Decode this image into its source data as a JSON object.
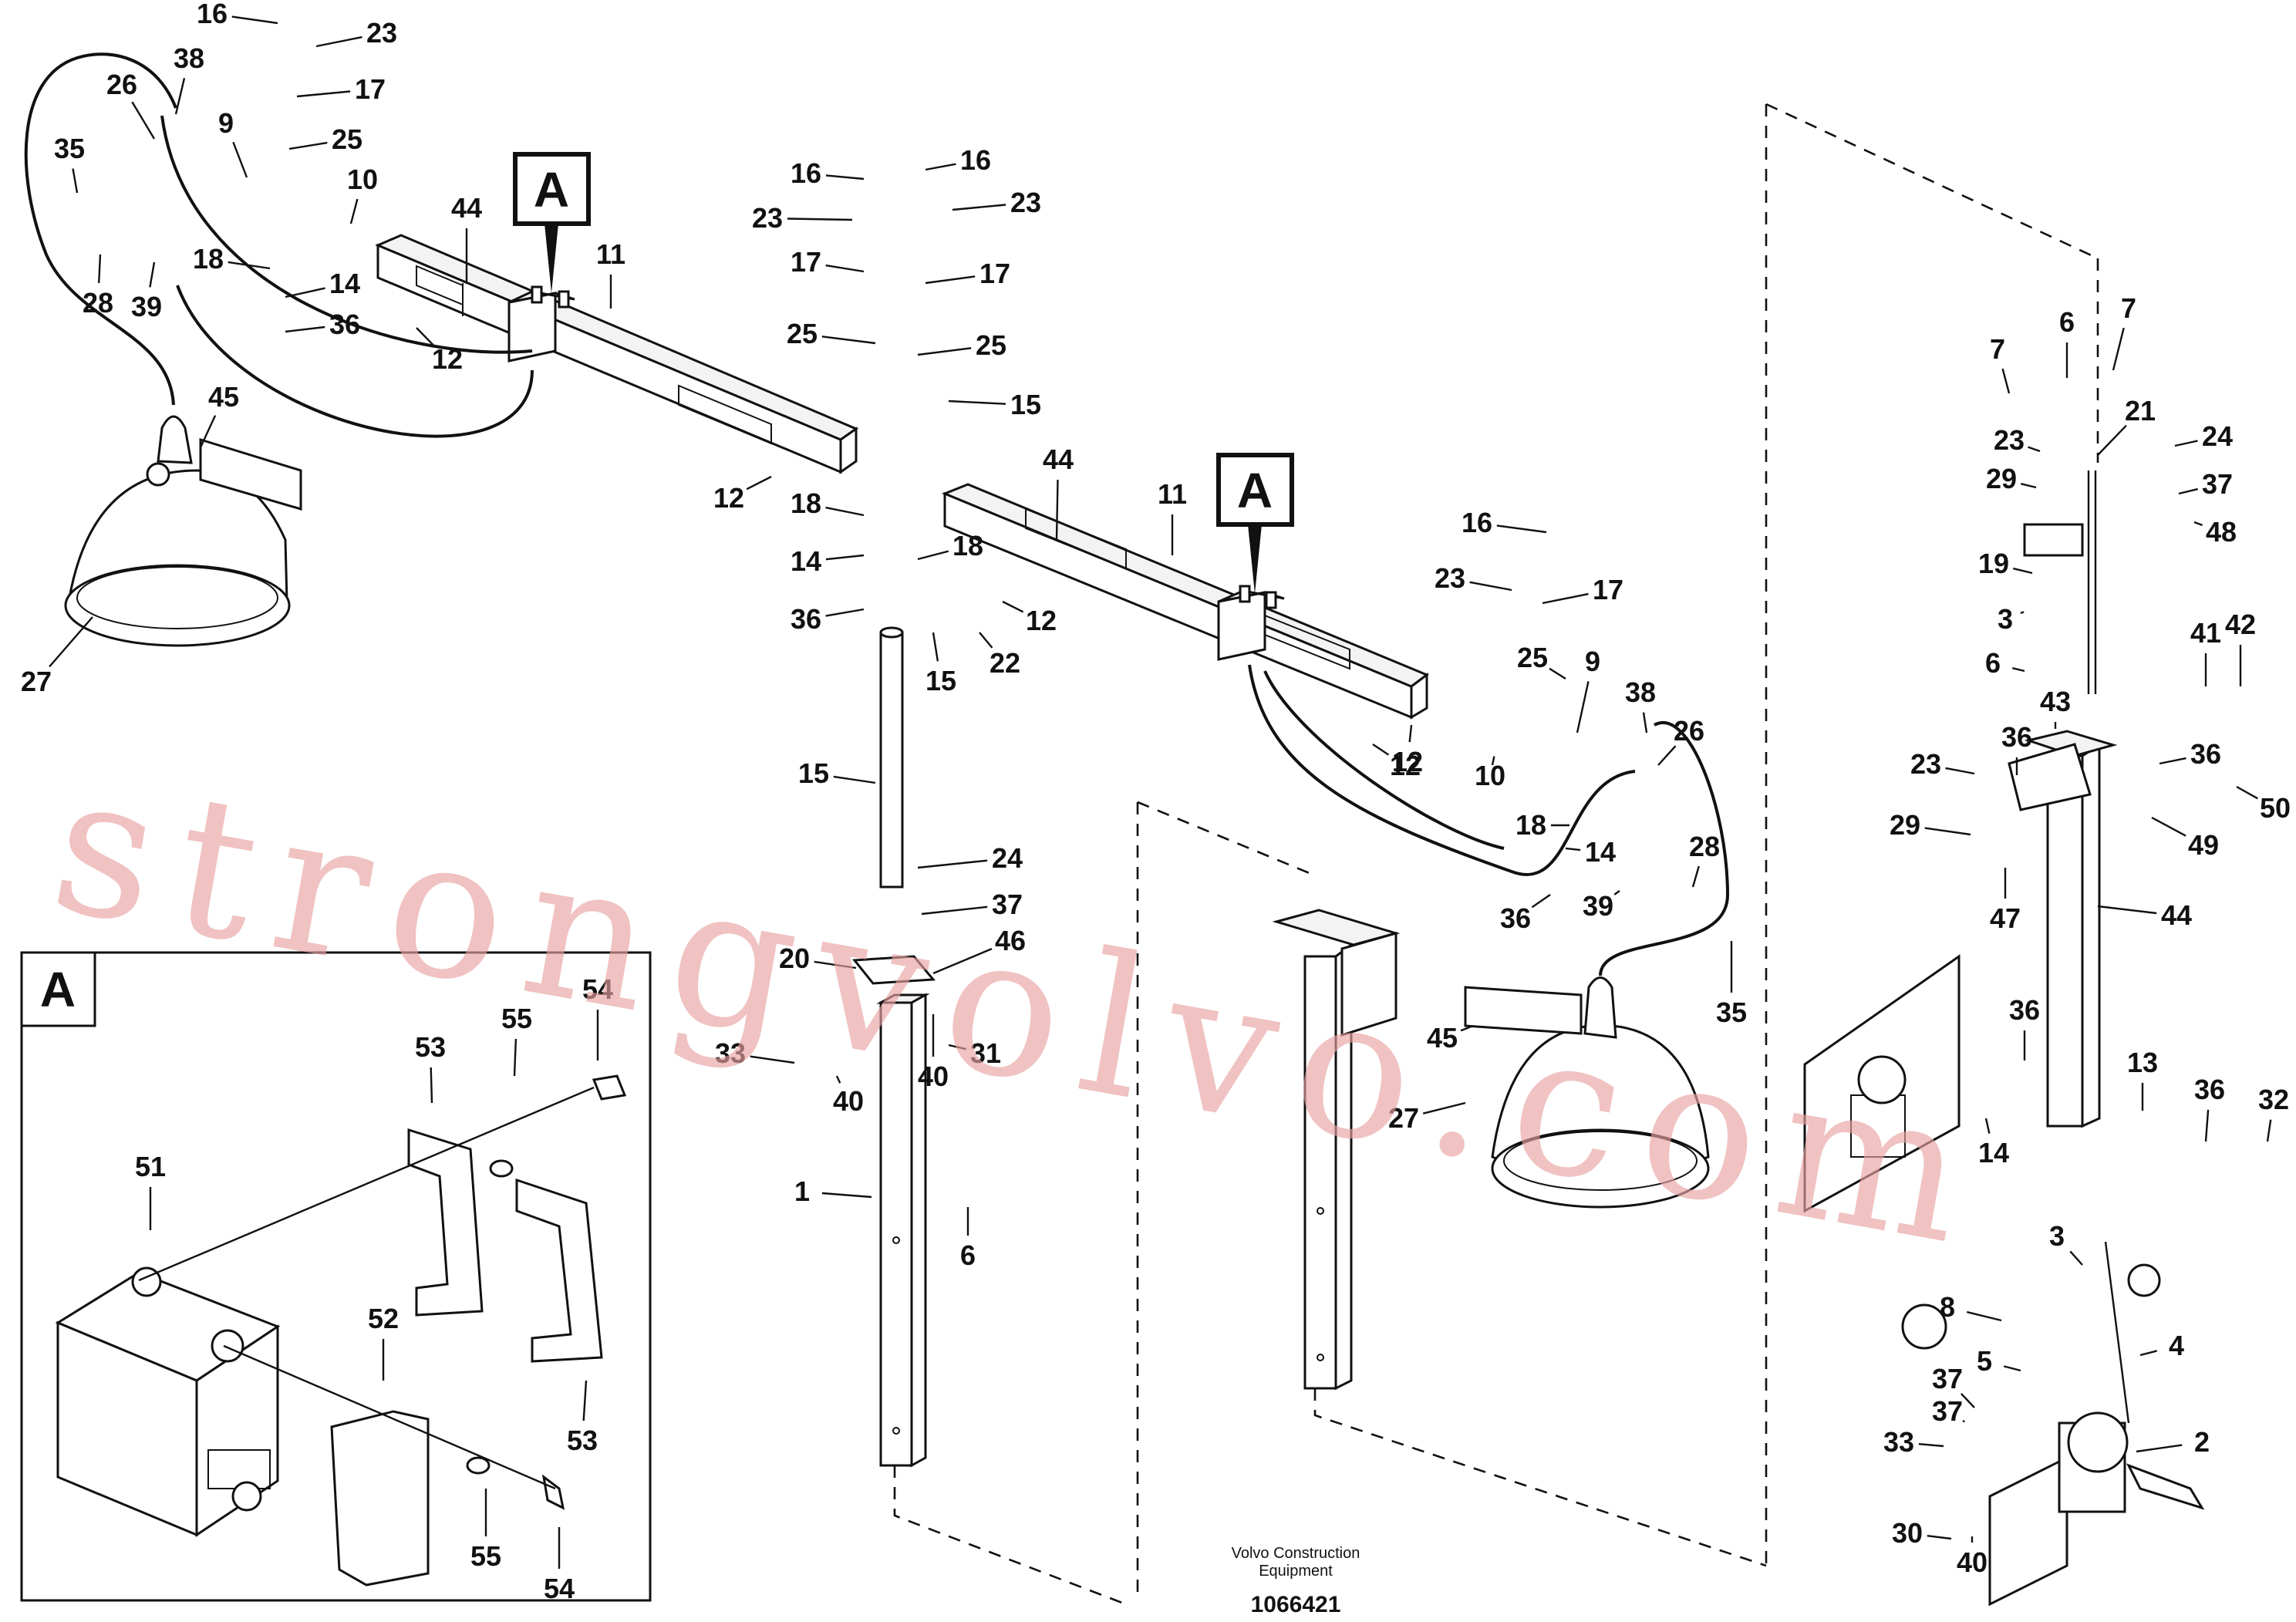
{
  "watermark": "strongvolvo.com",
  "credit": {
    "line1": "Volvo Construction",
    "line2": "Equipment",
    "doc_number": "1066421"
  },
  "callout_letter": "A",
  "detail_view_letter": "A",
  "labels": [
    "16",
    "23",
    "17",
    "25",
    "38",
    "26",
    "35",
    "9",
    "10",
    "18",
    "14",
    "36",
    "28",
    "39",
    "12",
    "44",
    "11",
    "45",
    "27",
    "16",
    "16",
    "23",
    "23",
    "17",
    "17",
    "25",
    "25",
    "15",
    "18",
    "14",
    "36",
    "18",
    "12",
    "12",
    "15",
    "22",
    "15",
    "24",
    "37",
    "20",
    "46",
    "33",
    "40",
    "40",
    "31",
    "1",
    "6",
    "44",
    "11",
    "16",
    "23",
    "17",
    "25",
    "9",
    "38",
    "26",
    "10",
    "18",
    "14",
    "36",
    "39",
    "28",
    "35",
    "12",
    "12",
    "45",
    "27",
    "6",
    "7",
    "7",
    "21",
    "23",
    "29",
    "24",
    "37",
    "48",
    "19",
    "3",
    "6",
    "41",
    "42",
    "43",
    "36",
    "23",
    "36",
    "29",
    "50",
    "49",
    "47",
    "44",
    "36",
    "13",
    "14",
    "36",
    "32",
    "3",
    "8",
    "4",
    "5",
    "37",
    "37",
    "33",
    "2",
    "30",
    "40",
    "51",
    "52",
    "53",
    "53",
    "54",
    "55",
    "55",
    "54"
  ],
  "colors": {
    "ink": "#111111",
    "watermark": "#e8a2a2",
    "paper": "#ffffff"
  }
}
